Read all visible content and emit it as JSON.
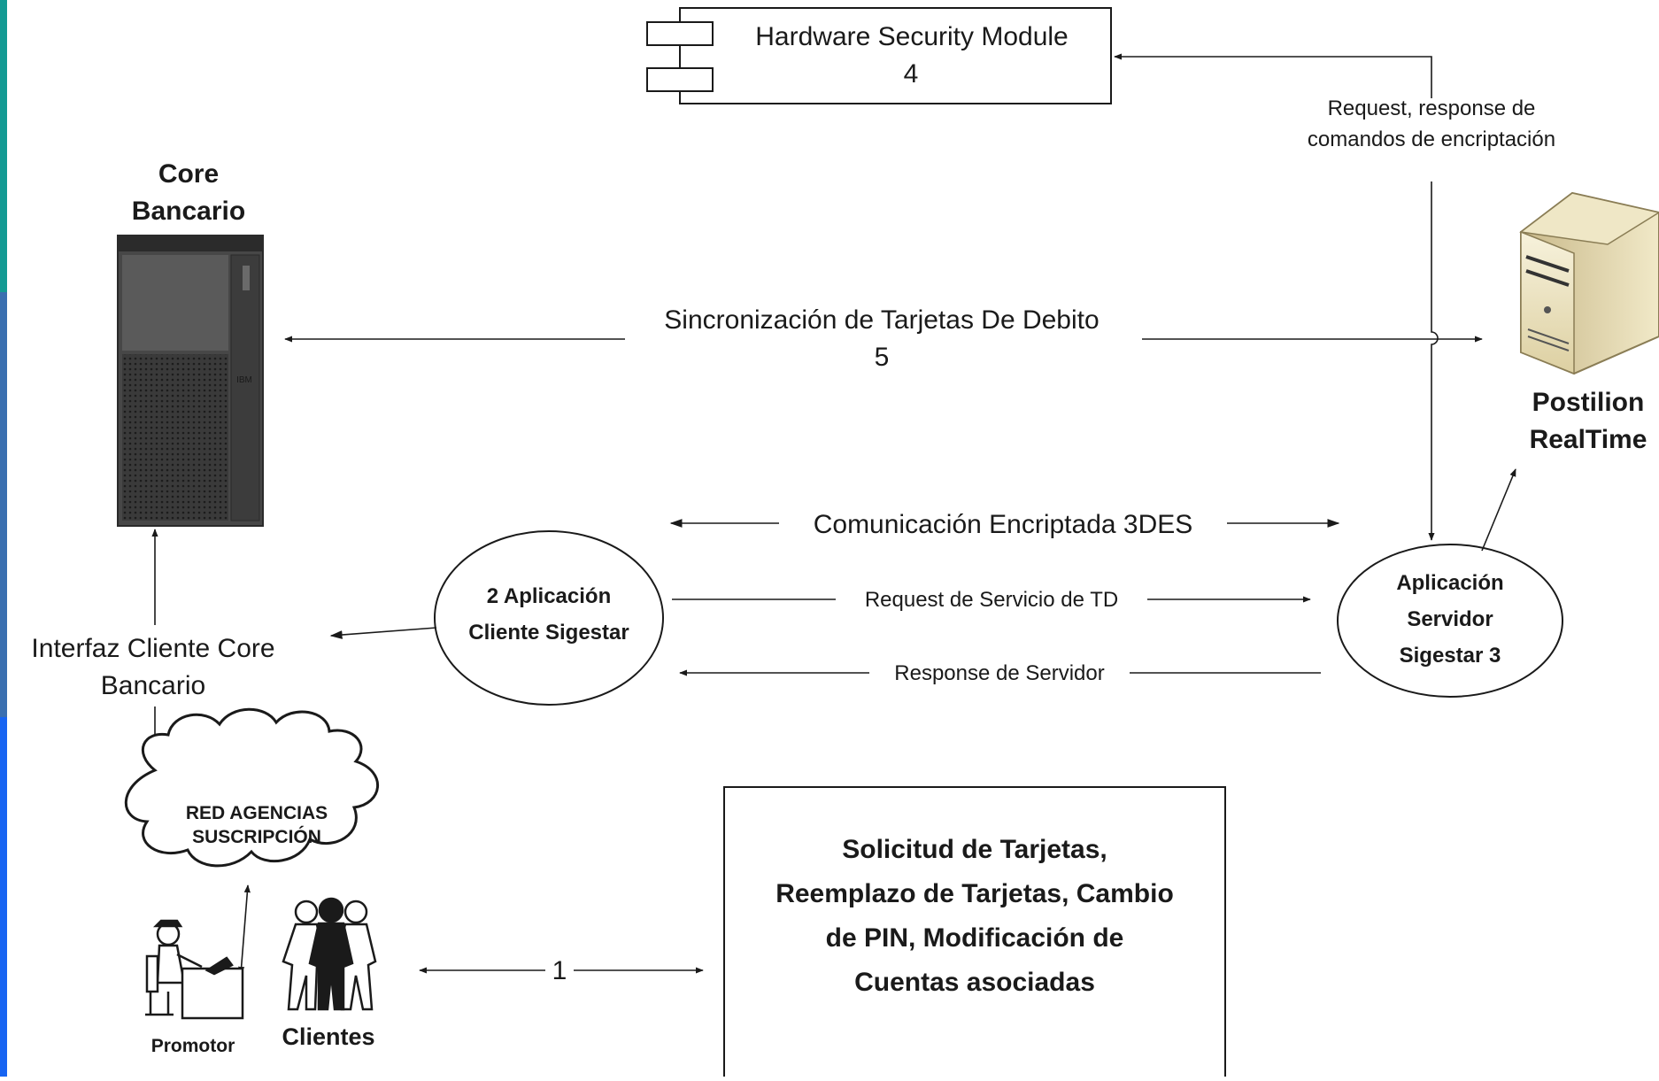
{
  "hsm": {
    "title": "Hardware Security Module",
    "number": "4"
  },
  "hsm_link": {
    "line1": "Request, response de",
    "line2": "comandos de encriptación"
  },
  "core_bancario": {
    "line1": "Core",
    "line2": "Bancario",
    "server_brand": "IBM"
  },
  "postilion": {
    "line1": "Postilion",
    "line2": "RealTime"
  },
  "sync": {
    "label": "Sincronización de Tarjetas De Debito",
    "number": "5"
  },
  "encrypted": {
    "label": "Comunicación Encriptada 3DES"
  },
  "client_app": {
    "line1": "2 Aplicación",
    "line2": "Cliente Sigestar"
  },
  "server_app": {
    "line1": "Aplicación",
    "line2": "Servidor",
    "line3": "Sigestar 3"
  },
  "request_label": "Request de Servicio de TD",
  "response_label": "Response de Servidor",
  "interface": {
    "line1": "Interfaz Cliente Core",
    "line2": "Bancario"
  },
  "cloud": {
    "line1": "RED AGENCIAS",
    "line2": "SUSCRIPCIÓN"
  },
  "promotor_label": "Promotor",
  "clientes_label": "Clientes",
  "step1_label": "1",
  "services_box": {
    "line1": "Solicitud de Tarjetas,",
    "line2": "Reemplazo de Tarjetas, Cambio",
    "line3": "de PIN, Modificación de",
    "line4": "Cuentas asociadas"
  },
  "colors": {
    "left_edge_top": "#139a93",
    "left_edge_mid": "#3a6fb0",
    "left_edge_bottom": "#1764f2"
  }
}
